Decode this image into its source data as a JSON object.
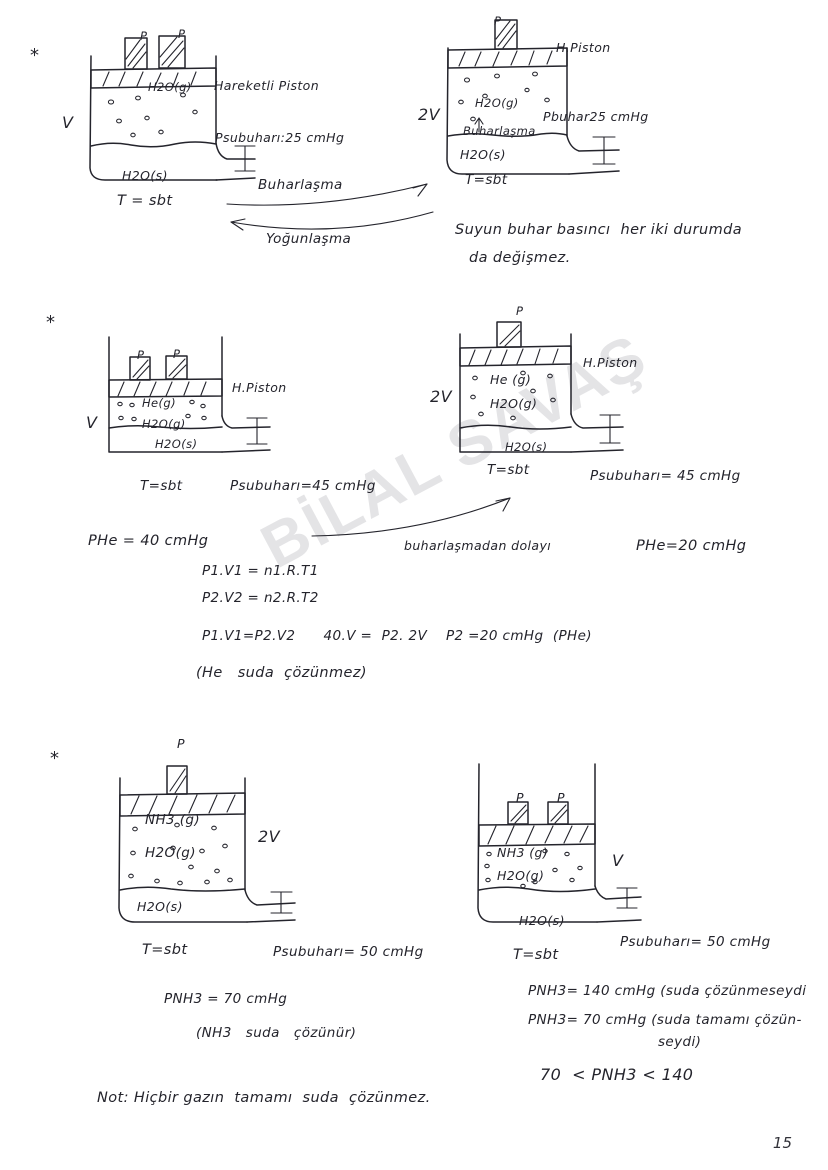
{
  "document": {
    "kind": "handwritten-chemistry-notes",
    "language": "tr",
    "page_number": "15",
    "watermark": "BİLAL SAVAŞ",
    "ink_color": "#24242c",
    "paper_color": "#ffffff"
  },
  "sections": [
    {
      "id": "section-1",
      "bullet": "*",
      "left_vessel": {
        "weights": [
          "P",
          "P"
        ],
        "piston_label": "Hareketli Piston",
        "gas_label": "H2O(g)",
        "liquid_label": "H2O(s)",
        "volume_label": "V",
        "manometer_label": "Psubuharı:25 cmHg",
        "temperature_label": "T = sbt"
      },
      "right_vessel": {
        "weights": [
          "P"
        ],
        "piston_label": "H.Piston",
        "gas_label": "H2O(g)",
        "liquid_label": "H2O(s)",
        "inner_process_label": "Buharlaşma",
        "volume_label": "2V",
        "manometer_label": "Pbuhar25 cmHg",
        "temperature_label": "T=sbt"
      },
      "arrows": [
        {
          "label": "Buharlaşma",
          "direction": "right"
        },
        {
          "label": "Yoğunlaşma",
          "direction": "left"
        }
      ],
      "notes": [
        "Suyun buhar basıncı  her iki durumda",
        "da değişmez."
      ]
    },
    {
      "id": "section-2",
      "bullet": "*",
      "left_vessel": {
        "weights": [
          "P",
          "P"
        ],
        "piston_label": "H.Piston",
        "gas_label_1": "He(g)",
        "gas_label_2": "H2O(g)",
        "liquid_label": "H2O(s)",
        "volume_label": "V",
        "temperature_label": "T=sbt",
        "vapor_pressure_label": "Psubuharı=45 cmHg"
      },
      "right_vessel": {
        "weights": [
          "P"
        ],
        "piston_label": "H.Piston",
        "gas_label_1": "He (g)",
        "gas_label_2": "H2O(g)",
        "liquid_label": "H2O(s)",
        "volume_label": "2V",
        "temperature_label": "T=sbt",
        "vapor_pressure_label": "Psubuharı= 45 cmHg"
      },
      "arrow": {
        "label": "buharlaşmadan dolayı",
        "direction": "right"
      },
      "results": {
        "he_pressure_left": "PHe = 40 cmHg",
        "he_pressure_right": "PHe=20 cmHg"
      },
      "equations": [
        "P1.V1 = n1.R.T1",
        "P2.V2 = n2.R.T2",
        "P1.V1=P2.V2      40.V =  P2. 2V    P2 =20 cmHg  (PHe)",
        "(He   suda  çözünmez)"
      ]
    },
    {
      "id": "section-3",
      "bullet": "*",
      "left_vessel": {
        "weights": [
          "P"
        ],
        "gas_label_1": "NH3 (g)",
        "gas_label_2": "H2O(g)",
        "liquid_label": "H2O(s)",
        "volume_label": "2V",
        "temperature_label": "T=sbt",
        "vapor_pressure_label": "Psubuharı= 50 cmHg"
      },
      "right_vessel": {
        "weights": [
          "P",
          "P"
        ],
        "gas_label_1": "NH3 (g)",
        "gas_label_2": "H2O(g)",
        "liquid_label": "H2O(s)",
        "volume_label": "V",
        "temperature_label": "T=sbt",
        "vapor_pressure_label": "Psubuharı= 50 cmHg"
      },
      "left_results": [
        "PNH3 = 70 cmHg",
        "(NH3   suda   çözünür)"
      ],
      "right_results": [
        "PNH3= 140 cmHg (suda çözünmeseydi",
        "PNH3= 70 cmHg (suda tamamı çözün-",
        "seydi)",
        "70  < PNH3 < 140"
      ]
    }
  ],
  "footer_note": "Not: Hiçbir gazın  tamamı  suda  çözünmez."
}
